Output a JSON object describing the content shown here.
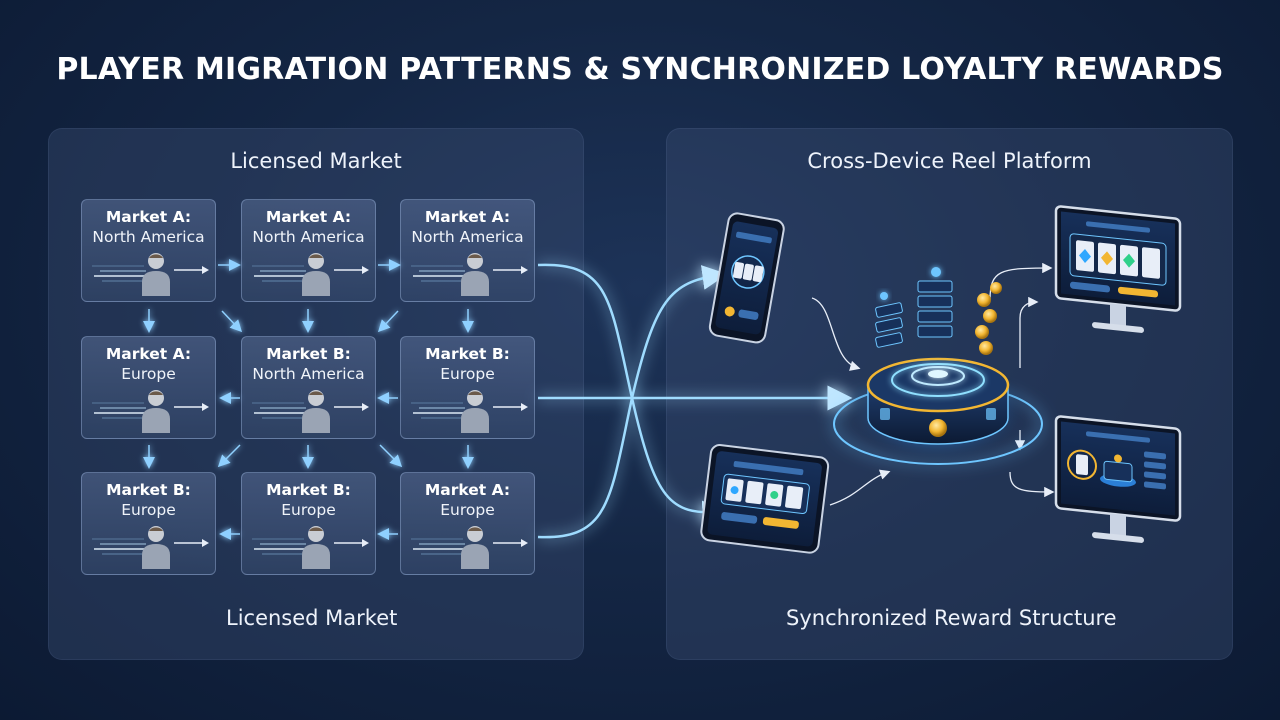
{
  "title": "PLAYER MIGRATION PATTERNS & SYNCHRONIZED LOYALTY REWARDS",
  "left_panel": {
    "title": "Licensed Market",
    "footer": "Licensed Market",
    "markets": [
      {
        "line1": "Market A:",
        "line2": "North America"
      },
      {
        "line1": "Market A:",
        "line2": "North America"
      },
      {
        "line1": "Market A:",
        "line2": "North America"
      },
      {
        "line1": "Market A:",
        "line2": "Europe"
      },
      {
        "line1": "Market B:",
        "line2": "North America"
      },
      {
        "line1": "Market B:",
        "line2": "Europe"
      },
      {
        "line1": "Market B:",
        "line2": "Europe"
      },
      {
        "line1": "Market B:",
        "line2": "Europe"
      },
      {
        "line1": "Market A:",
        "line2": "Europe"
      }
    ]
  },
  "right_panel": {
    "title": "Cross-Device Reel Platform",
    "footer": "Synchronized Reward Structure"
  },
  "colors": {
    "background": "#142644",
    "glow": "#6ec6ff",
    "gold": "#f2b632",
    "panel": "#3c5073"
  },
  "icons": [
    "person-icon",
    "smartphone-icon",
    "tablet-icon",
    "desktop-monitor-icon",
    "coin-icon",
    "slot-reel-icon",
    "reward-hub-icon"
  ]
}
